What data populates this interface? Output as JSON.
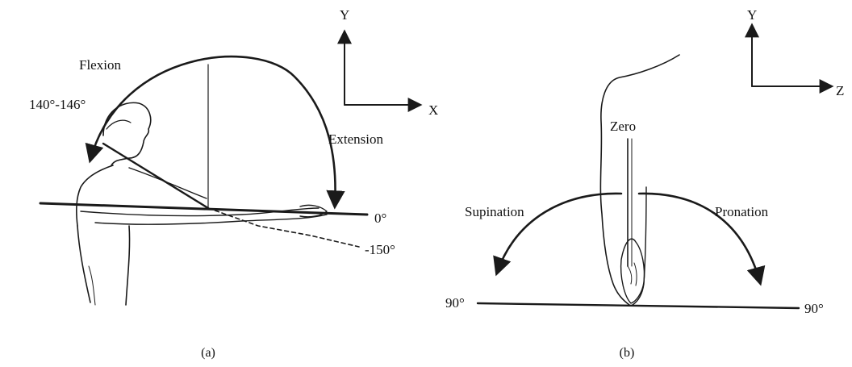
{
  "panel_a": {
    "axis_y": "Y",
    "axis_x": "X",
    "flexion": "Flexion",
    "extension": "Extension",
    "flex_angle": "140°-146°",
    "zero_angle": "0°",
    "ext_angle": "-150°",
    "caption": "(a)"
  },
  "panel_b": {
    "axis_y": "Y",
    "axis_z": "Z",
    "zero": "Zero",
    "supination": "Supination",
    "pronation": "Pronation",
    "left_angle": "90°",
    "right_angle": "90°",
    "caption": "(b)"
  },
  "colors": {
    "ink": "#1a1a1a",
    "background": "#ffffff"
  }
}
